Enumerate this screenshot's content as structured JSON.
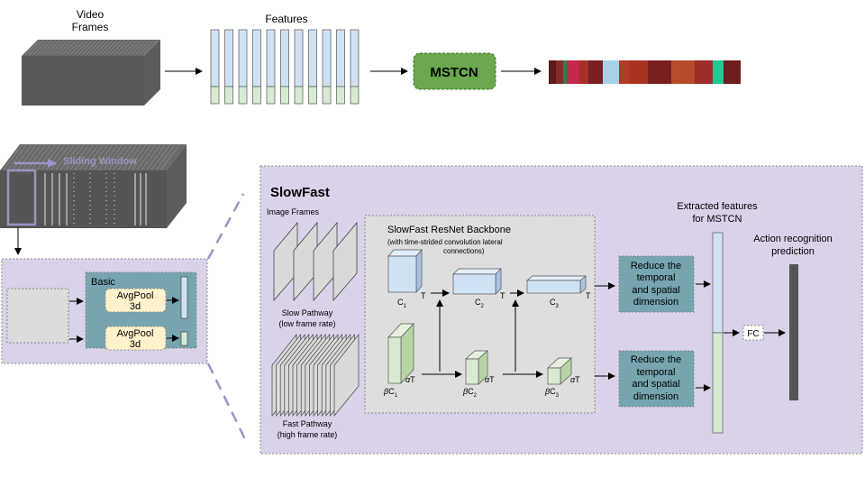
{
  "pipeline": {
    "video_label_line1": "Video",
    "video_label_line2": "Frames",
    "features_label": "Features",
    "mstcn_label": "MSTCN",
    "segment_colors": [
      "#5c1a1a",
      "#8b2a2a",
      "#2e7d4f",
      "#c4284a",
      "#a3302a",
      "#7a1f1f",
      "#aad0e8",
      "#b03b2b",
      "#a8341f",
      "#7a1f1f",
      "#b84a2a",
      "#9a2e26",
      "#20c890",
      "#6e1e1e"
    ]
  },
  "sliding": {
    "label": "Sliding Window"
  },
  "left_box": {
    "basic_label": "Basic",
    "avgpool_top_line1": "AvgPool",
    "avgpool_top_line2": "3d",
    "avgpool_bottom_line1": "AvgPool",
    "avgpool_bottom_line2": "3d"
  },
  "slowfast": {
    "title": "SlowFast",
    "image_frames_label": "Image Frames",
    "slow_line1": "Slow Pathway",
    "slow_line2": "(low frame rate)",
    "fast_line1": "Fast Pathway",
    "fast_line2": "(high frame rate)",
    "backbone_title": "SlowFast ResNet Backbone",
    "backbone_sub_line1": "(with time-strided convolution lateral",
    "backbone_sub_line2": "connections)",
    "c1": "C",
    "c1_sub": "1",
    "c2": "C",
    "c2_sub": "2",
    "c3": "C",
    "c3_sub": "3",
    "t_label": "T",
    "beta": "β",
    "alpha": "α",
    "reduce_top_line1": "Reduce the",
    "reduce_top_line2": "temporal",
    "reduce_top_line3": "and spatial",
    "reduce_top_line4": "dimension",
    "reduce_bottom_line1": "Reduce the",
    "reduce_bottom_line2": "temporal",
    "reduce_bottom_line3": "and spatial",
    "reduce_bottom_line4": "dimension",
    "extracted_line1": "Extracted features",
    "extracted_line2": "for MSTCN",
    "fc_label": "FC",
    "action_line1": "Action recognition",
    "action_line2": "prediction"
  },
  "colors": {
    "lavender_panel": "#d9d2e9",
    "lavender_border": "#9e92c5",
    "teal_box": "#76a5af",
    "light_blue": "#cfe2f3",
    "light_green": "#d9ead3",
    "mstcn_green": "#6aa84f",
    "avgpool_fill": "#fff2cc",
    "dark_bar": "#555555"
  }
}
